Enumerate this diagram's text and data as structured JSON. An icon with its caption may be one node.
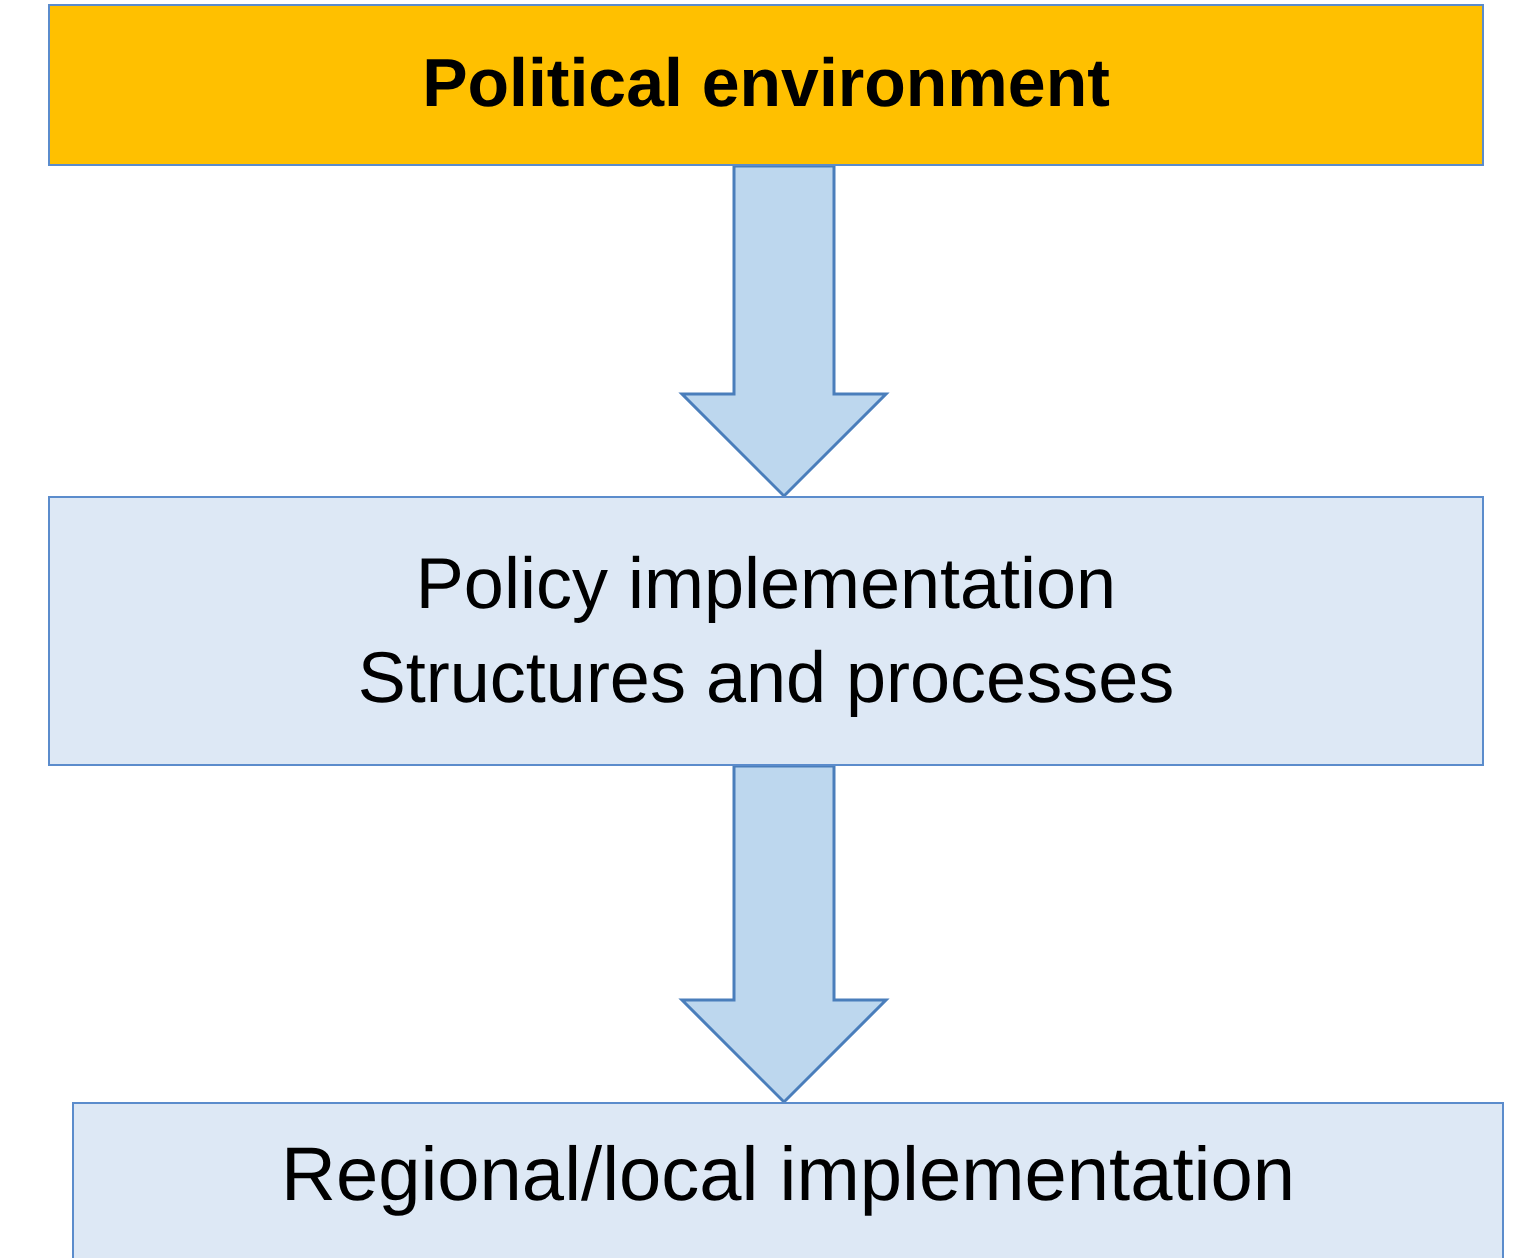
{
  "diagram": {
    "nodes": [
      {
        "text": [
          "Political environment"
        ]
      },
      {
        "text": [
          "Policy implementation Structures and processes"
        ]
      },
      {
        "text": [
          "Regional/local implementation"
        ]
      }
    ],
    "edges": [
      {
        "from": 0,
        "to": 1,
        "arrow": "to"
      },
      {
        "from": 1,
        "to": 2,
        "arrow": "to"
      }
    ]
  }
}
